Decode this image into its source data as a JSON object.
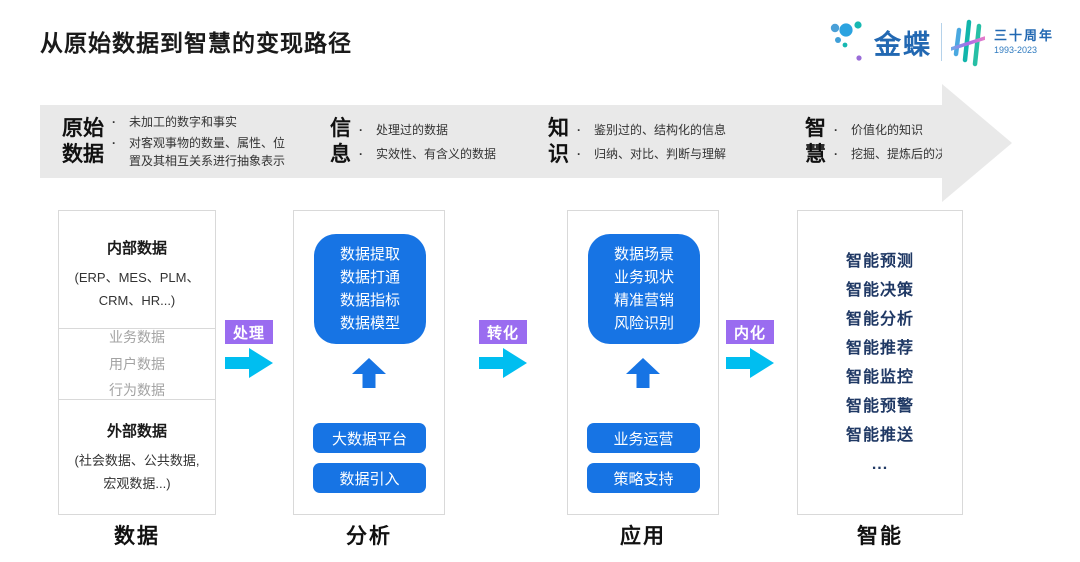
{
  "title": "从原始数据到智慧的变现路径",
  "logo": {
    "brand": "金蝶",
    "anniversary": "三十周年",
    "years": "1993-2023"
  },
  "bullet_marker": "·",
  "colors": {
    "accent_blue": "#1774e4",
    "navy_text": "#1f3864",
    "purple_label": "#9a6cf0",
    "cyan_arrow": "#00bef0",
    "banner_gray": "#e9e9e9",
    "brand_blue": "#2268b2"
  },
  "banner": {
    "stages": [
      {
        "name_line1": "原始",
        "name_line2": "数据",
        "bullets": [
          "未加工的数字和事实",
          "对客观事物的数量、属性、位置及其相互关系进行抽象表示"
        ]
      },
      {
        "name_line1": "信",
        "name_line2": "息",
        "bullets": [
          "处理过的数据",
          "实效性、有含义的数据"
        ]
      },
      {
        "name_line1": "知",
        "name_line2": "识",
        "bullets": [
          "鉴别过的、结构化的信息",
          "归纳、对比、判断与理解"
        ]
      },
      {
        "name_line1": "智",
        "name_line2": "慧",
        "bullets": [
          "价值化的知识",
          "挖掘、提炼后的决策能力"
        ]
      }
    ]
  },
  "flow": {
    "arrows": [
      {
        "label": "处理"
      },
      {
        "label": "转化"
      },
      {
        "label": "内化"
      }
    ],
    "columns": [
      {
        "label": "数据",
        "internal": {
          "title": "内部数据",
          "subtitle": "(ERP、MES、PLM、CRM、HR...)"
        },
        "middle_items": [
          "业务数据",
          "用户数据",
          "行为数据"
        ],
        "external": {
          "title": "外部数据",
          "subtitle": "(社会数据、公共数据, 宏观数据...)"
        }
      },
      {
        "label": "分析",
        "box_lines": [
          "数据提取",
          "数据打通",
          "数据指标",
          "数据模型"
        ],
        "buttons": [
          "大数据平台",
          "数据引入"
        ]
      },
      {
        "label": "应用",
        "box_lines": [
          "数据场景",
          "业务现状",
          "精准营销",
          "风险识别"
        ],
        "buttons": [
          "业务运营",
          "策略支持"
        ]
      },
      {
        "label": "智能",
        "items": [
          "智能预测",
          "智能决策",
          "智能分析",
          "智能推荐",
          "智能监控",
          "智能预警",
          "智能推送",
          "..."
        ]
      }
    ]
  }
}
